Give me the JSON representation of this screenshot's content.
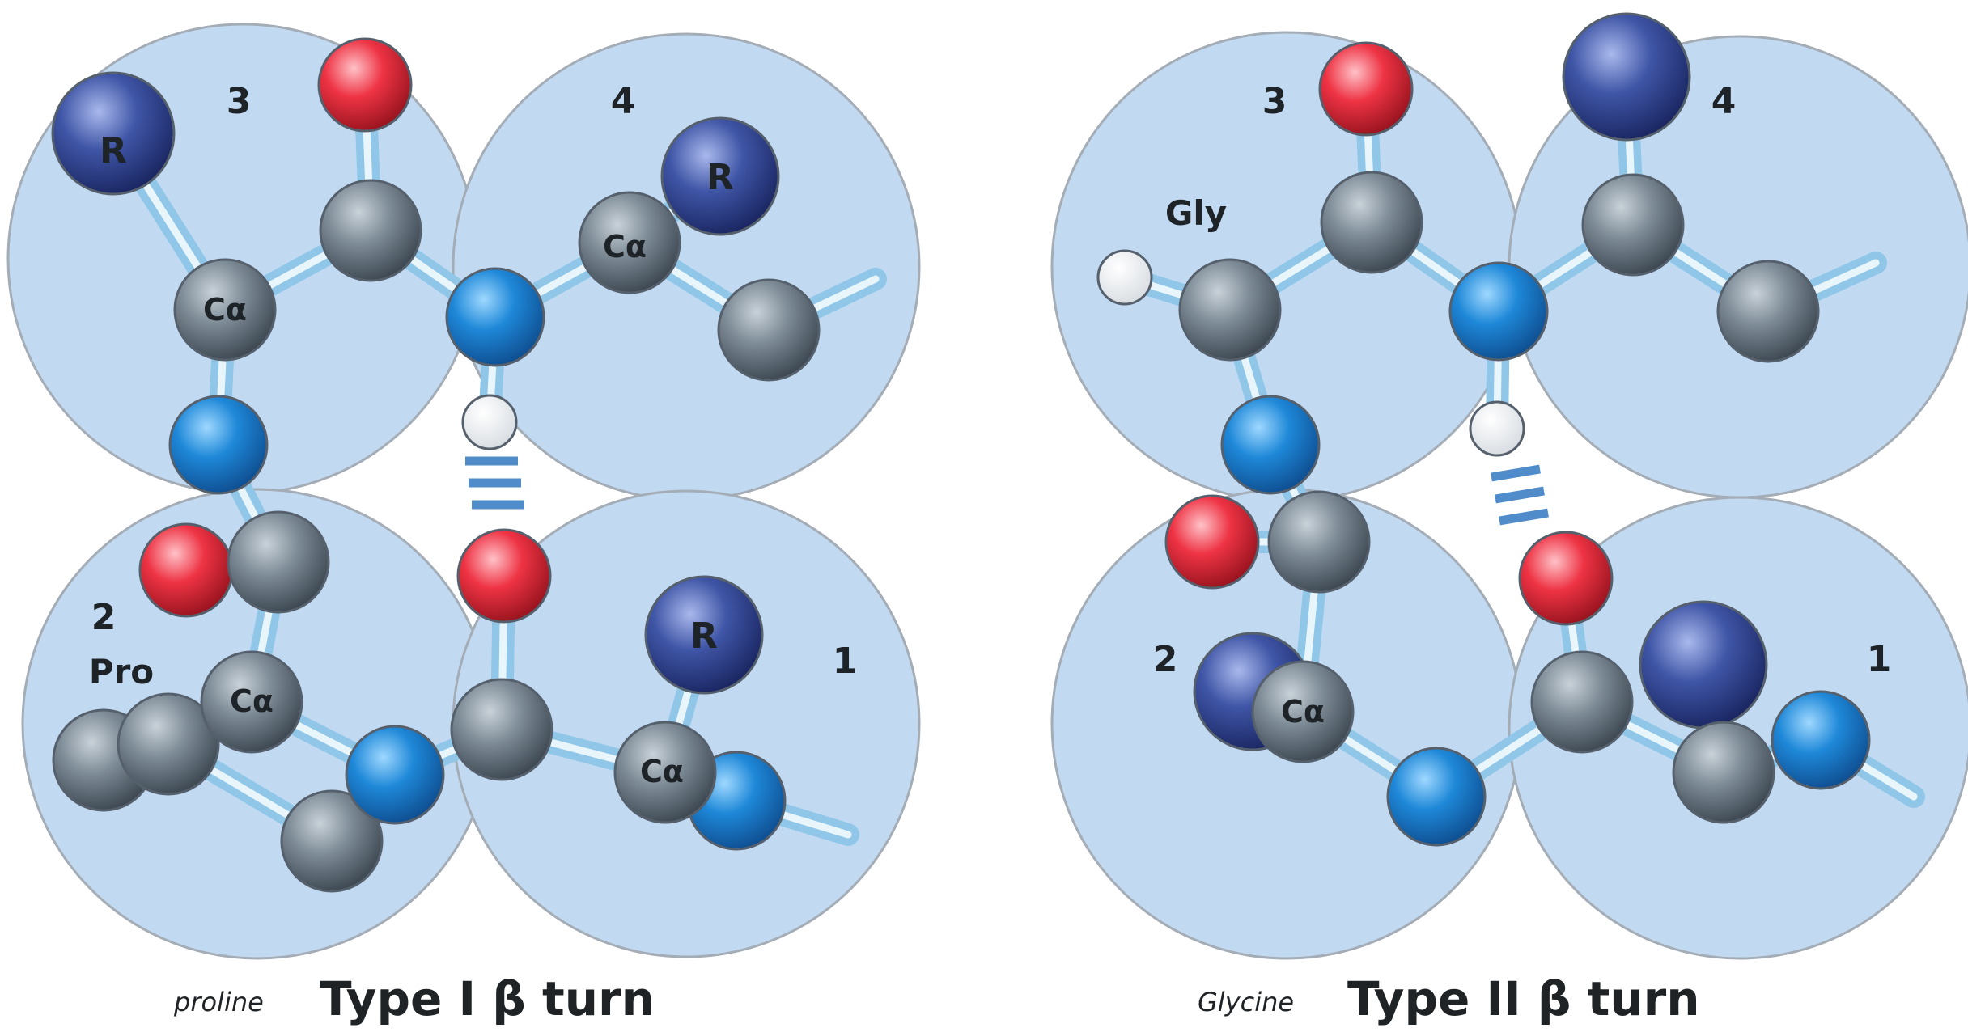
{
  "colors": {
    "residue_fill": "#c1daf2",
    "carbon": "#7e8c97",
    "nitrogen": "#1e88d8",
    "oxygen": "#ee3344",
    "side_chain": "#3f55a6",
    "hydrogen": "#ffffff",
    "hbond": "#4f8cc9",
    "bond": "#90c6e7"
  },
  "type1": {
    "residue_labels": {
      "r1": "1",
      "r2": "2",
      "r3": "3",
      "r4": "4"
    },
    "pro_label": "Pro",
    "r_labels": {
      "r3": "R",
      "r4": "R",
      "r1": "R"
    },
    "ca_labels": {
      "r3": "Cα",
      "r4": "Cα",
      "r2": "Cα",
      "r1": "Cα"
    },
    "handwritten": "proline",
    "caption": "Type I β turn"
  },
  "type2": {
    "residue_labels": {
      "r1": "1",
      "r2": "2",
      "r3": "3",
      "r4": "4"
    },
    "gly_label": "Gly",
    "ca_labels": {
      "r2": "Cα"
    },
    "handwritten": "Glycine",
    "caption": "Type II β turn"
  }
}
